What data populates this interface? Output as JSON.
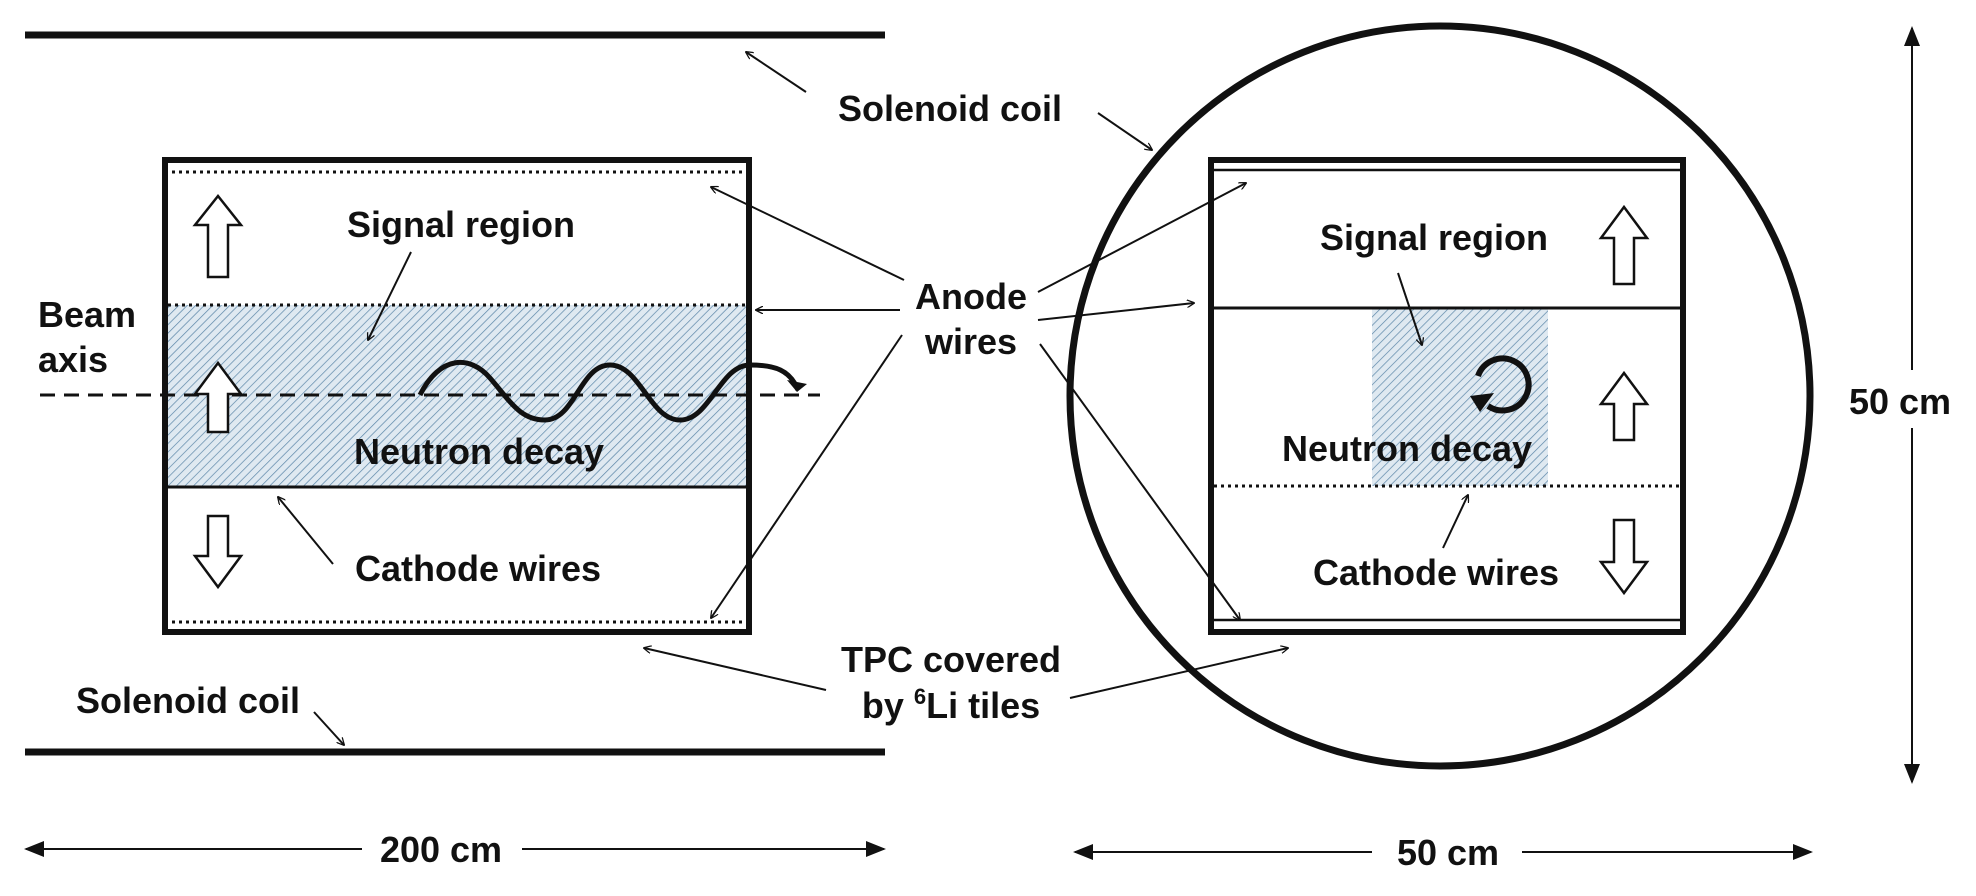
{
  "labels": {
    "solenoid_coil_top": "Solenoid coil",
    "solenoid_coil_bottom": "Solenoid coil",
    "signal_region_left": "Signal region",
    "signal_region_right": "Signal region",
    "beam_axis_line1": "Beam",
    "beam_axis_line2": "axis",
    "neutron_decay_left": "Neutron decay",
    "neutron_decay_right": "Neutron decay",
    "cathode_wires_left": "Cathode wires",
    "cathode_wires_right": "Cathode wires",
    "anode_wires_line1": "Anode",
    "anode_wires_line2": "wires",
    "tpc_line1": "TPC covered",
    "tpc_line2_prefix": "by ",
    "tpc_superscript": "6",
    "tpc_line2_suffix": "Li tiles",
    "dim_length": "200 cm",
    "dim_width": "50 cm",
    "dim_height": "50 cm"
  },
  "colors": {
    "ink": "#111111",
    "hatch_fill": "#dfe9f1",
    "hatch_line": "#5b86a8"
  }
}
